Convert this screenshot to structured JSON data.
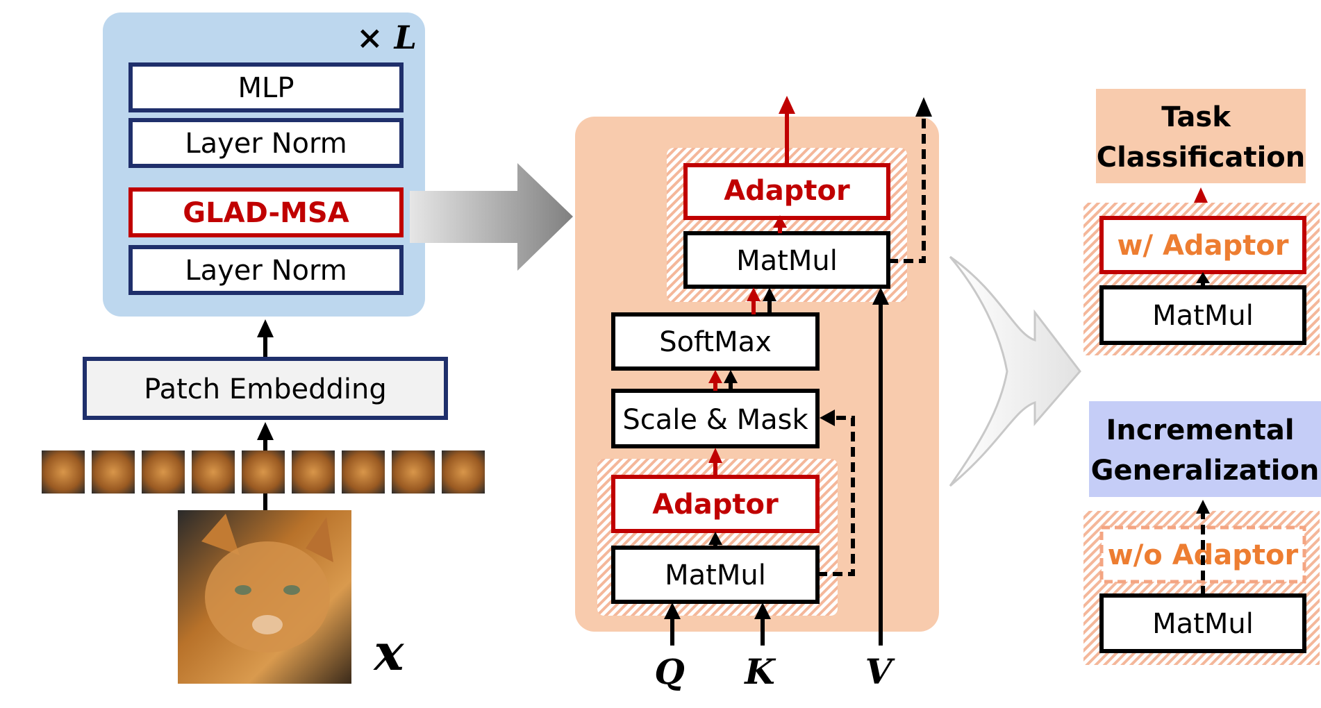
{
  "encoder": {
    "repeat_label": "× L",
    "blocks": [
      "MLP",
      "Layer Norm",
      "GLAD-MSA",
      "Layer Norm"
    ],
    "patch_embedding": "Patch Embedding",
    "input_var": "x"
  },
  "attention": {
    "adaptor_top": "Adaptor",
    "matmul_top": "MatMul",
    "softmax": "SoftMax",
    "scale_mask": "Scale & Mask",
    "adaptor_bottom": "Adaptor",
    "matmul_bottom": "MatMul",
    "inputs": [
      "Q",
      "K",
      "V"
    ]
  },
  "outcomes": {
    "task_title": "Task Classification",
    "with_adaptor": "w/ Adaptor",
    "with_adaptor_matmul": "MatMul",
    "incr_title": "Incremental Generalization",
    "without_adaptor": "w/o Adaptor",
    "without_adaptor_matmul": "MatMul"
  },
  "colors": {
    "encoder_bg": "#bdd7ee",
    "navy": "#1f2f6b",
    "red": "#c00000",
    "peach": "#f8cbad",
    "orange_text": "#ed7d31",
    "lavender": "#c5cdf7",
    "patch_fill": "#f2f2f2"
  }
}
